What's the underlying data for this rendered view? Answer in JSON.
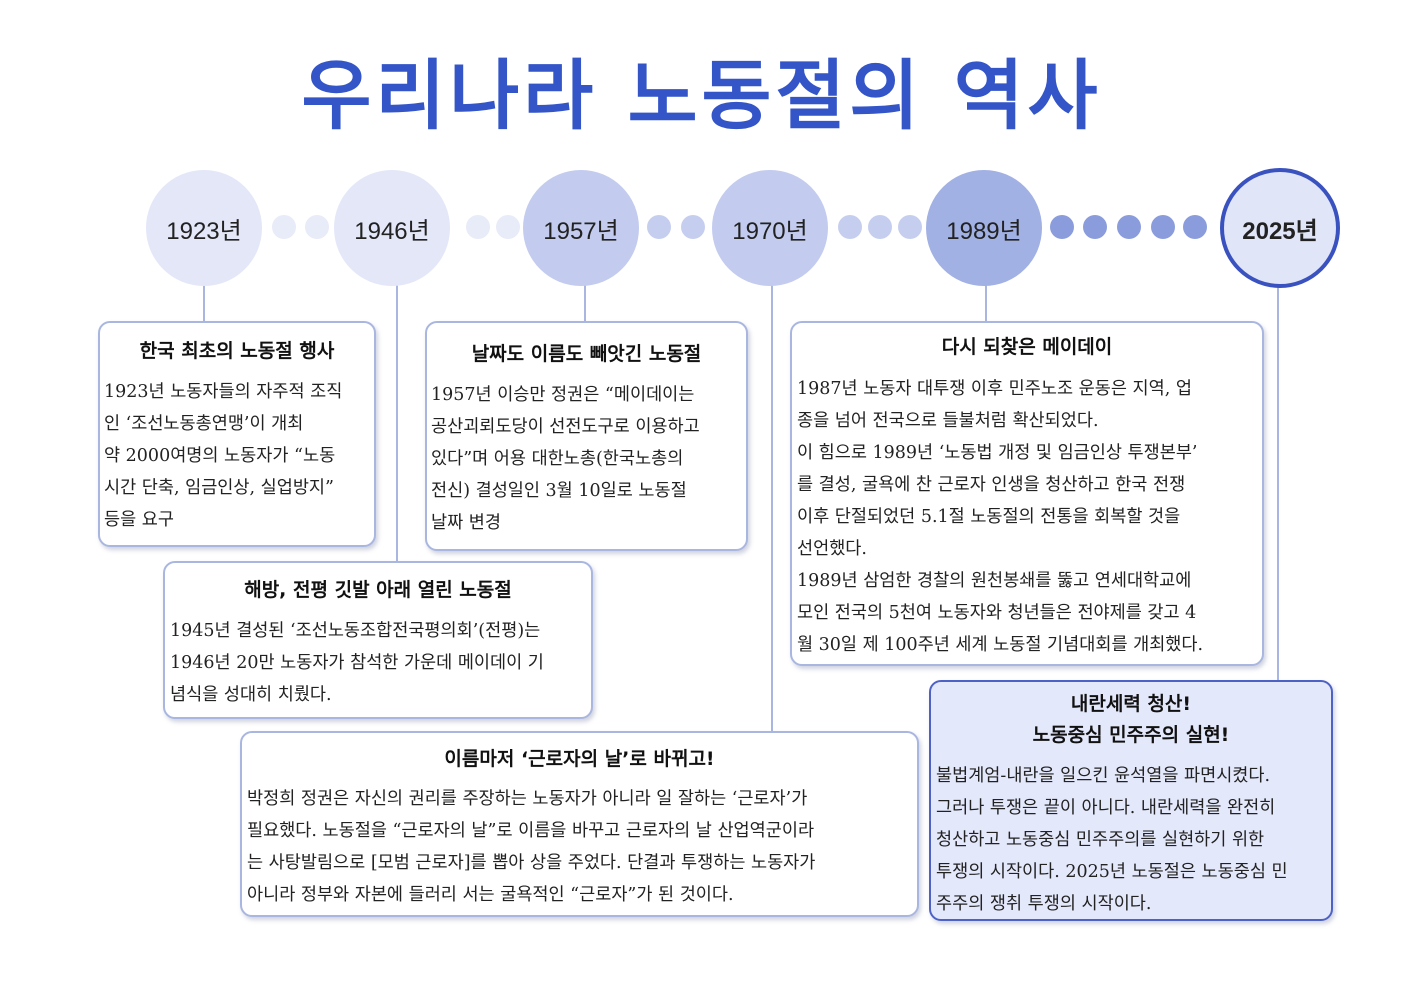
{
  "title": "우리나라 노동절의 역사",
  "timeline": {
    "years": [
      "1923년",
      "1946년",
      "1957년",
      "1970년",
      "1989년",
      "2025년"
    ]
  },
  "boxes": {
    "y1923": {
      "title": "한국 최초의 노동절 행사",
      "lines": [
        "1923년 노동자들의 자주적 조직",
        "인 ‘조선노동총연맹’이 개최",
        "약 2000여명의 노동자가 “노동",
        "시간 단축, 임금인상, 실업방지”",
        "등을 요구"
      ]
    },
    "y1946": {
      "title": "해방, 전평 깃발 아래 열린 노동절",
      "lines": [
        "1945년 결성된 ‘조선노동조합전국평의회’(전평)는",
        "1946년 20만 노동자가 참석한 가운데 메이데이 기",
        "념식을 성대히 치뤘다."
      ]
    },
    "y1957": {
      "title": "날짜도 이름도 빼앗긴 노동절",
      "lines": [
        "1957년 이승만 정권은 “메이데이는",
        "공산괴뢰도당이 선전도구로 이용하고",
        "있다”며 어용 대한노총(한국노총의",
        "전신) 결성일인 3월 10일로 노동절",
        "날짜 변경"
      ]
    },
    "y1970": {
      "title": "이름마저 ‘근로자의 날’로 바뀌고!",
      "lines": [
        "박정희 정권은 자신의 권리를 주장하는 노동자가 아니라 일 잘하는 ‘근로자’가",
        "필요했다. 노동절을 “근로자의 날”로 이름을 바꾸고 근로자의 날 산업역군이라",
        "는 사탕발림으로 [모범 근로자]를 뽑아 상을 주었다. 단결과 투쟁하는 노동자가",
        "아니라 정부와 자본에 들러리 서는 굴욕적인 “근로자”가 된 것이다."
      ]
    },
    "y1989": {
      "title": "다시 되찾은 메이데이",
      "lines": [
        "1987년 노동자 대투쟁 이후 민주노조 운동은 지역, 업",
        "종을 넘어 전국으로 들불처럼 확산되었다.",
        "이 힘으로 1989년 ‘노동법 개정 및 임금인상 투쟁본부’",
        "를 결성, 굴욕에 찬 근로자 인생을 청산하고 한국 전쟁",
        "이후 단절되었던 5.1절 노동절의 전통을 회복할 것을",
        "선언했다.",
        "1989년 삼엄한 경찰의 원천봉쇄를 뚫고 연세대학교에",
        "모인 전국의 5천여 노동자와 청년들은 전야제를 갖고 4",
        "월 30일 제 100주년 세계 노동절 기념대회를 개최했다."
      ]
    },
    "y2025": {
      "title_1": "내란세력 청산!",
      "title_2": "노동중심 민주주의 실현!",
      "lines": [
        "불법계엄-내란을 일으킨 윤석열을 파면시켰다.",
        "그러나 투쟁은 끝이 아니다. 내란세력을 완전히",
        "청산하고 노동중심 민주주의를 실현하기 위한",
        "투쟁의 시작이다. 2025년 노동절은 노동중심 민",
        "주주의 쟁취 투쟁의 시작이다."
      ]
    }
  },
  "colors": {
    "title": "#3355c8",
    "circle_1923": "#e3e7f8",
    "circle_1946": "#e3e7f8",
    "circle_1957": "#c3ccef",
    "circle_1970": "#c3ccef",
    "circle_1989": "#a2b1e4",
    "circle_2025": "#6479d1",
    "box_border": "#a9b6e0",
    "highlight_box": "#e4e8fb"
  }
}
